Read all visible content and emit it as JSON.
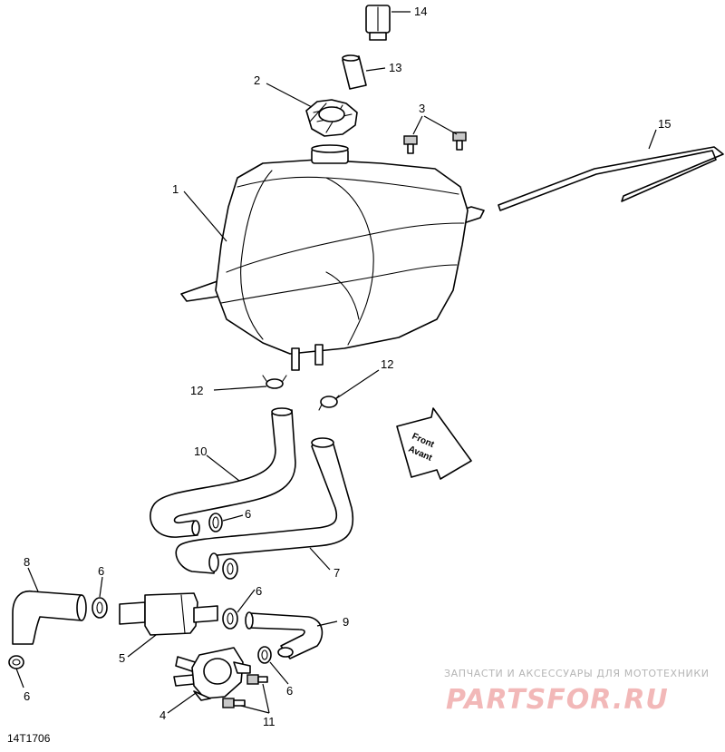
{
  "callouts": {
    "c1": "1",
    "c2": "2",
    "c3": "3",
    "c4": "4",
    "c5": "5",
    "c6a": "6",
    "c6b": "6",
    "c6c": "6",
    "c6d": "6",
    "c6e": "6",
    "c7": "7",
    "c8": "8",
    "c9": "9",
    "c10": "10",
    "c11": "11",
    "c12a": "12",
    "c12b": "12",
    "c13": "13",
    "c14": "14",
    "c15": "15"
  },
  "direction_arrow": {
    "line1": "Front",
    "line2": "Avant"
  },
  "reference_code": "14T1706",
  "watermark": {
    "tagline": "ЗАПЧАСТИ И АКСЕССУАРЫ ДЛЯ МОТОТЕХНИКИ",
    "logo": "PARTSFOR.RU"
  },
  "colors": {
    "line": "#000000",
    "part_fill": "#ffffff",
    "watermark_grey": "#b5b5b5",
    "watermark_red": "#f2b8b8"
  }
}
